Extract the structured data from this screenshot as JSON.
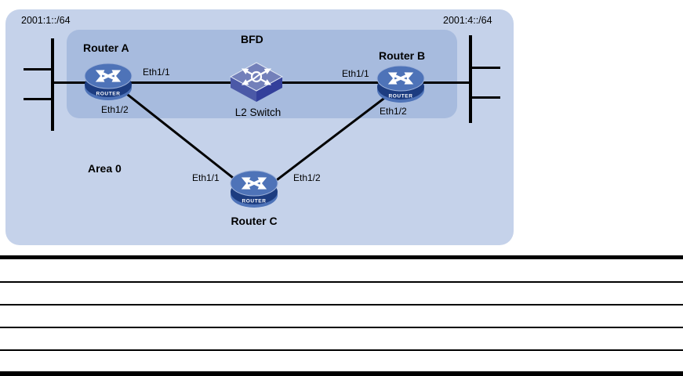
{
  "diagram": {
    "bfd_label": "BFD",
    "area_label": "Area 0",
    "subnet_left": "2001:1::/64",
    "subnet_right": "2001:4::/64",
    "switch_label": "L2 Switch",
    "router_caption": "ROUTER",
    "routers": {
      "a": {
        "label": "Router A",
        "if1": "Eth1/1",
        "if2": "Eth1/2"
      },
      "b": {
        "label": "Router B",
        "if1": "Eth1/1",
        "if2": "Eth1/2"
      },
      "c": {
        "label": "Router C",
        "if1": "Eth1/1",
        "if2": "Eth1/2"
      }
    },
    "colors": {
      "outer_panel": "#c5d2ea",
      "inner_panel": "#a7bbde",
      "router_top": "#4e73b8",
      "router_band": "#1c3c80",
      "switch_top": "#7380ba",
      "switch_left": "#4b59a7",
      "switch_right": "#333f9b",
      "link_line": "#000000"
    }
  }
}
